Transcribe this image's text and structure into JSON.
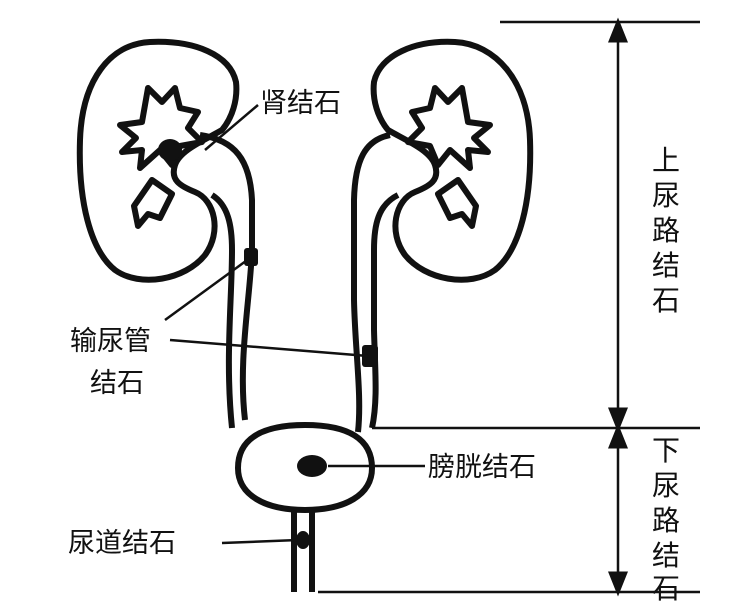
{
  "labels": {
    "kidney_stone": "肾结石",
    "ureter_stone_line1": "输尿管",
    "ureter_stone_line2": "结石",
    "bladder_stone": "膀胱结石",
    "urethra_stone": "尿道结石"
  },
  "side_labels": {
    "upper": [
      "上",
      "尿",
      "路",
      "结",
      "石"
    ],
    "lower": [
      "下",
      "尿",
      "路",
      "结",
      "石"
    ]
  },
  "colors": {
    "ink": "#111111",
    "background": "#ffffff"
  }
}
